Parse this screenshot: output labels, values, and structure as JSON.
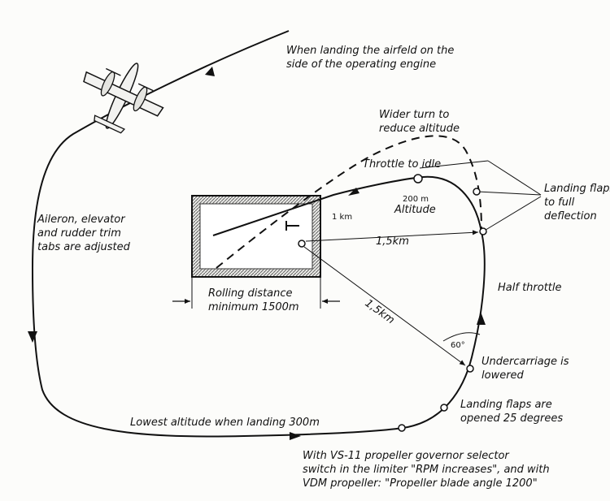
{
  "labels": {
    "approach_line1": "When landing the airfeld on the",
    "approach_line2": "side of the operating engine",
    "wider_turn_line1": "Wider turn to",
    "wider_turn_line2": "reduce altitude",
    "throttle_idle": "Throttle to idle",
    "altitude_value": "200 m",
    "altitude_label": "Altitude",
    "flaps_full_line1": "Landing flaps",
    "flaps_full_line2": "to full",
    "flaps_full_line3": "deflection",
    "trim_line1": "Aileron, elevator",
    "trim_line2": "and rudder trim",
    "trim_line3": "tabs are adjusted",
    "one_km": "1 km",
    "dist_horizontal": "1,5km",
    "dist_diagonal": "1,5km",
    "half_throttle": "Half throttle",
    "rolling_line1": "Rolling distance",
    "rolling_line2": "minimum 1500m",
    "angle": "60°",
    "undercarriage_line1": "Undercarriage is",
    "undercarriage_line2": "lowered",
    "flaps_25_line1": "Landing flaps are",
    "flaps_25_line2": "opened 25 degrees",
    "lowest_altitude": "Lowest altitude when landing 300m",
    "propeller_line1": "With VS-11 propeller governor selector",
    "propeller_line2": "switch in the limiter \"RPM increases\", and with",
    "propeller_line3": "VDM propeller: \"Propeller blade angle 1200\""
  },
  "icons": {
    "aircraft": "twin-engine-aircraft-icon"
  },
  "colors": {
    "ink": "#111111",
    "field_hatch": "#444444",
    "paper": "#fcfcfa"
  }
}
